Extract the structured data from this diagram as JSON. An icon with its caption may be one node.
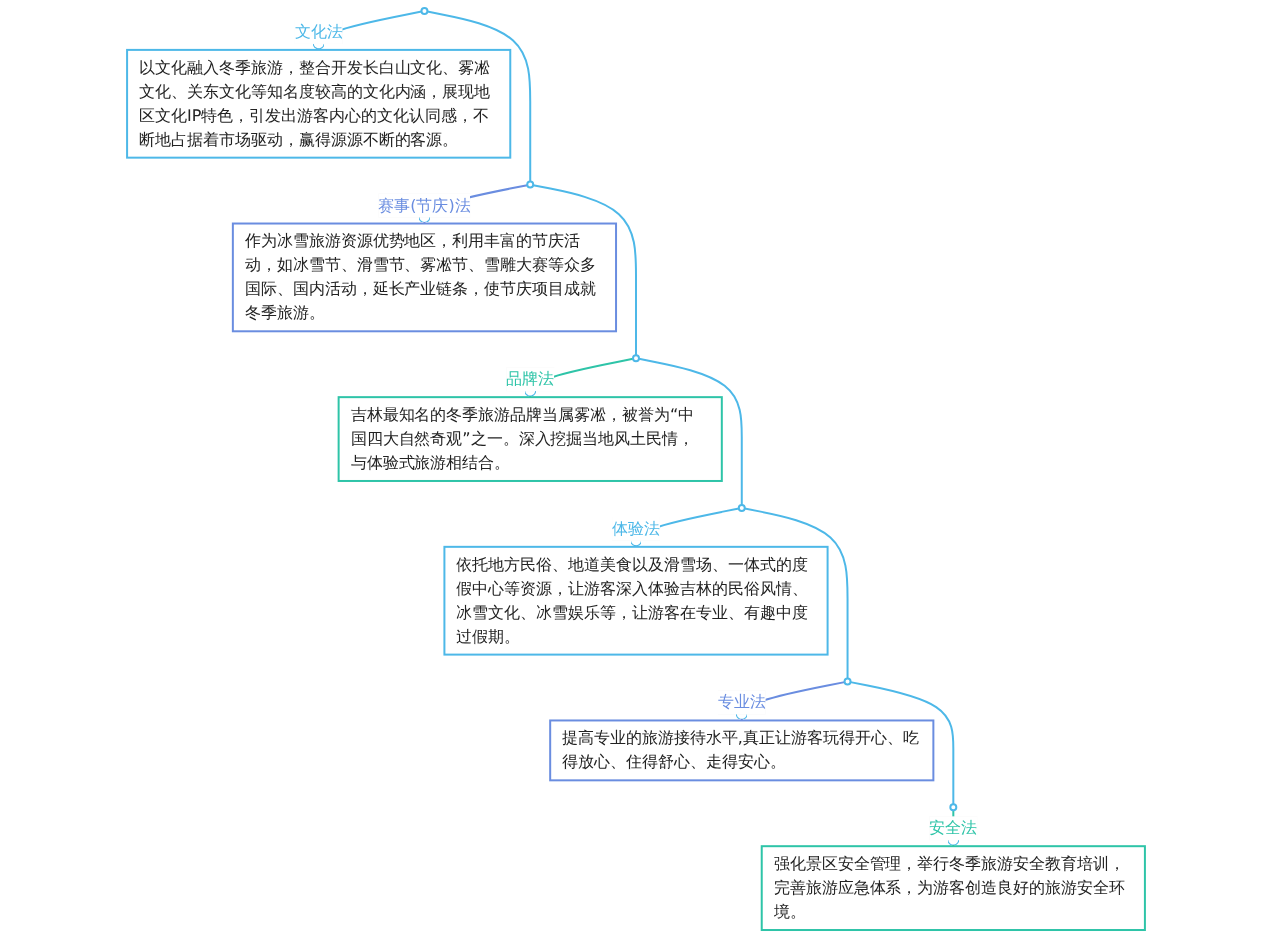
{
  "diagram": {
    "nodes": [
      {
        "text": [],
        "shape": "circle"
      },
      {
        "text": [
          "以文化融入冬季旅游，整合开发长白山文化、雾凇文化、关东文化等知名度较高的文化内涵，展现地区文化IP特色，引发出游客内心的文化认同感，不断地占据着市场驱动，赢得源源不断的客源。"
        ]
      },
      {
        "text": [],
        "shape": "circle"
      },
      {
        "text": [
          "作为冰雪旅游资源优势地区，利用丰富的节庆活动，如冰雪节、滑雪节、雾凇节、雪雕大赛等众多国际、国内活动，延长产业链条，使节庆项目成就冬季旅游。"
        ]
      },
      {
        "text": [],
        "shape": "circle"
      },
      {
        "text": [
          "吉林最知名的冬季旅游品牌当属雾凇，被誉为“中国四大自然奇观”之一。深入挖掘当地风土民情，与体验式旅游相结合。"
        ]
      },
      {
        "text": [],
        "shape": "circle"
      },
      {
        "text": [
          "依托地方民俗、地道美食以及滑雪场、一体式的度假中心等资源，让游客深入体验吉林的民俗风情、冰雪文化、冰雪娱乐等，让游客在专业、有趣中度过假期。"
        ]
      },
      {
        "text": [],
        "shape": "circle"
      },
      {
        "text": [
          "提高专业的旅游接待水平,真正让游客玩得开心、吃得放心、住得舒心、走得安心。"
        ]
      },
      {
        "text": [],
        "shape": "circle"
      },
      {
        "text": [
          "强化景区安全管理，举行冬季旅游安全教育培训，完善旅游应急体系，为游客创造良好的旅游安全环境。"
        ]
      }
    ],
    "edges": [
      {
        "from": 0,
        "to": 1,
        "arrow": "other",
        "label": "文化法"
      },
      {
        "from": 2,
        "to": 3,
        "arrow": "other",
        "label": "赛事(节庆)法",
        "color": "#6a8de0"
      },
      {
        "from": 4,
        "to": 5,
        "arrow": "other",
        "label": "品牌法",
        "color": "#2ec4a8"
      },
      {
        "from": 6,
        "to": 7,
        "arrow": "other",
        "label": "体验法"
      },
      {
        "from": 8,
        "to": 9,
        "arrow": "other",
        "label": "专业法",
        "color": "#6a8de0"
      },
      {
        "from": 10,
        "to": 11,
        "arrow": "other",
        "label": "安全法",
        "color": "#2ec4a8"
      },
      {
        "from": 0,
        "to": 2,
        "arrow": "none"
      },
      {
        "from": 2,
        "to": 4,
        "arrow": "none"
      },
      {
        "from": 4,
        "to": 6,
        "arrow": "none"
      },
      {
        "from": 6,
        "to": 8,
        "arrow": "none"
      },
      {
        "from": 8,
        "to": 10,
        "arrow": "none"
      }
    ]
  }
}
